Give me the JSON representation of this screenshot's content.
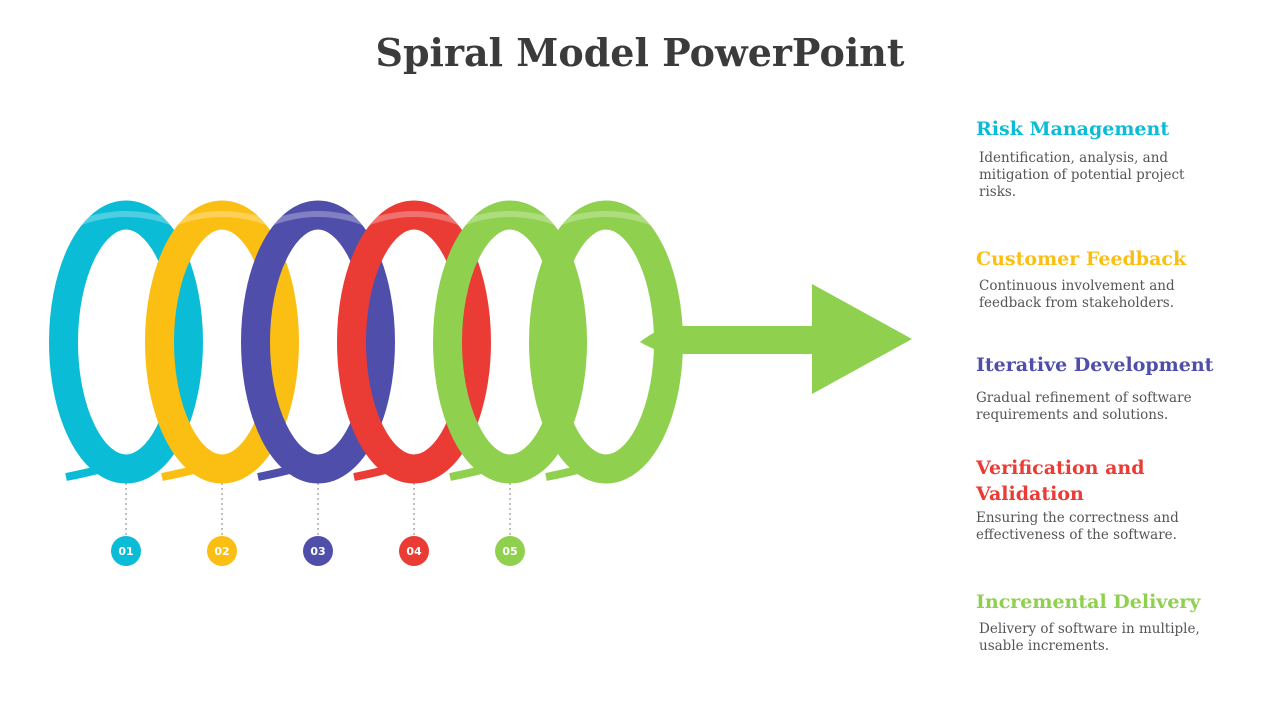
{
  "title": "Spiral Model PowerPoint",
  "colors": {
    "cyan": "#0bbcd6",
    "yellow": "#fbbf14",
    "indigo": "#4f4fab",
    "red": "#ea3b35",
    "green": "#8fd04f",
    "title_text": "#3b3b3b",
    "desc_text": "#555555"
  },
  "steps": [
    {
      "number": "01",
      "color": "#0bbcd6"
    },
    {
      "number": "02",
      "color": "#fbbf14"
    },
    {
      "number": "03",
      "color": "#4f4fab"
    },
    {
      "number": "04",
      "color": "#ea3b35"
    },
    {
      "number": "05",
      "color": "#8fd04f"
    }
  ],
  "items": [
    {
      "title": "Risk Management",
      "color": "#0bbcd6",
      "description": "Identification, analysis, and mitigation of potential project risks."
    },
    {
      "title": "Customer Feedback",
      "color": "#fbbf14",
      "description": "Continuous involvement and feedback from stakeholders."
    },
    {
      "title": "Iterative Development",
      "color": "#4f4fab",
      "description": "Gradual refinement of software requirements and solutions."
    },
    {
      "title": "Verification and Validation",
      "color": "#ea3b35",
      "description": "Ensuring the correctness and effectiveness of the software."
    },
    {
      "title": "Incremental Delivery",
      "color": "#8fd04f",
      "description": "Delivery of software in multiple, usable increments."
    }
  ]
}
